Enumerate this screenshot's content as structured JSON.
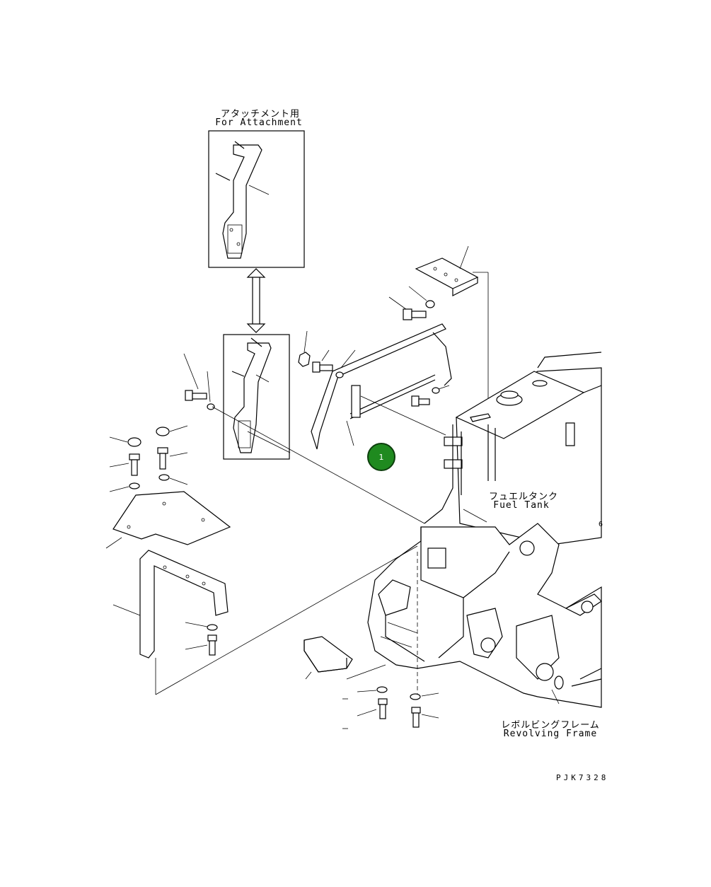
{
  "labels": {
    "attachment_jp": "アタッチメント用",
    "attachment_en": "For Attachment",
    "fuel_tank_jp": "フュエルタンク",
    "fuel_tank_en": "Fuel Tank",
    "frame_jp": "レボルビングフレーム",
    "frame_en": "Revolving Frame",
    "drawing_code": "PJK7328",
    "edge_mark": "6"
  },
  "callouts": [
    {
      "number": "1",
      "color": "#1f8a1f"
    }
  ]
}
